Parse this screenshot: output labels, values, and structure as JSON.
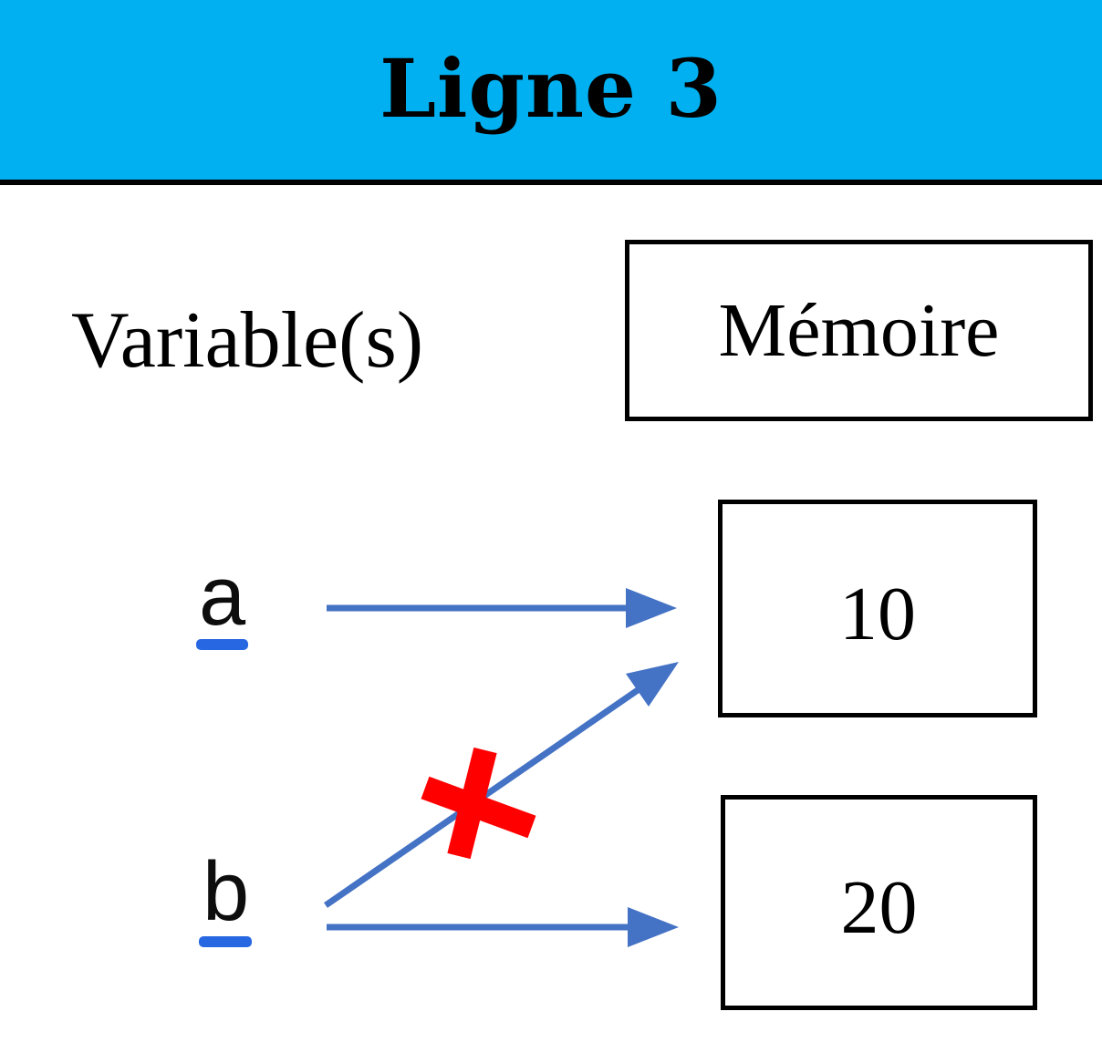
{
  "header": {
    "title": "Ligne 3"
  },
  "labels": {
    "variables": "Variable(s)",
    "memory": "Mémoire"
  },
  "variables": [
    {
      "name": "a",
      "points_to": "10"
    },
    {
      "name": "b",
      "points_to": "20"
    }
  ],
  "memory_cells": [
    {
      "value": "10"
    },
    {
      "value": "20"
    }
  ],
  "annotations": {
    "invalid_link": {
      "from": "b",
      "to": "10",
      "marker": "red-cross"
    }
  },
  "colors": {
    "header_cyan": "#00B0F0",
    "arrow_blue": "#4472C4",
    "underline_blue": "#2767E2",
    "cross_red": "#FF0000",
    "box_border": "#000000"
  }
}
